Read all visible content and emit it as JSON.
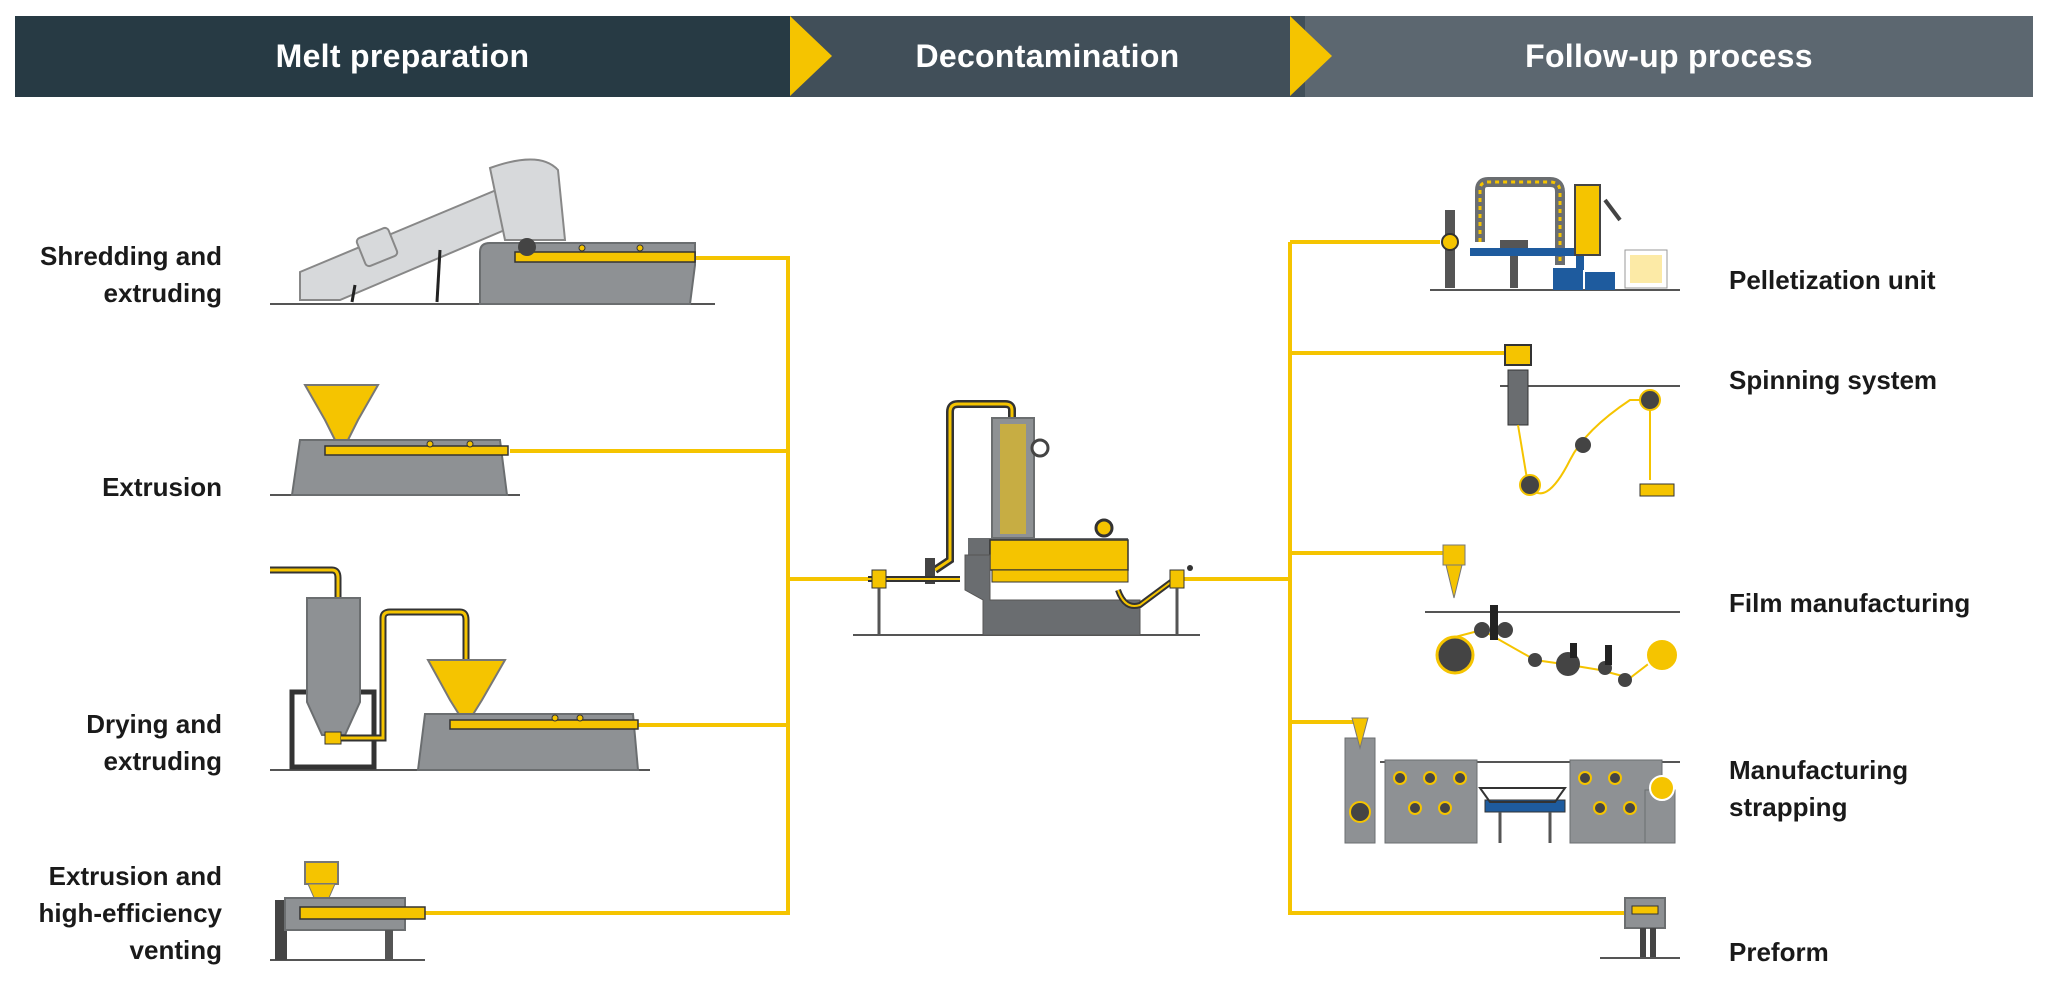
{
  "header": {
    "stages": [
      {
        "label": "Melt preparation"
      },
      {
        "label": "Decontamination"
      },
      {
        "label": "Follow-up process"
      }
    ]
  },
  "inputs": [
    {
      "line1": "Shredding and",
      "line2": "extruding"
    },
    {
      "line1": "Extrusion",
      "line2": ""
    },
    {
      "line1": "Drying and",
      "line2": "extruding"
    },
    {
      "line1": "Extrusion and",
      "line2": "high-efficiency",
      "line3": "venting"
    }
  ],
  "outputs": [
    {
      "line1": "Pelletization unit",
      "line2": ""
    },
    {
      "line1": "Spinning system",
      "line2": ""
    },
    {
      "line1": "Film manufacturing",
      "line2": ""
    },
    {
      "line1": "Manufacturing",
      "line2": "strapping"
    },
    {
      "line1": "Preform",
      "line2": ""
    }
  ],
  "colors": {
    "accent": "#f5c400",
    "machine": "#8e9194",
    "dark": "#5a5e61",
    "header1": "#273a44",
    "header2": "#414f59",
    "header3": "#5c6770",
    "blue": "#1e5b9e"
  }
}
